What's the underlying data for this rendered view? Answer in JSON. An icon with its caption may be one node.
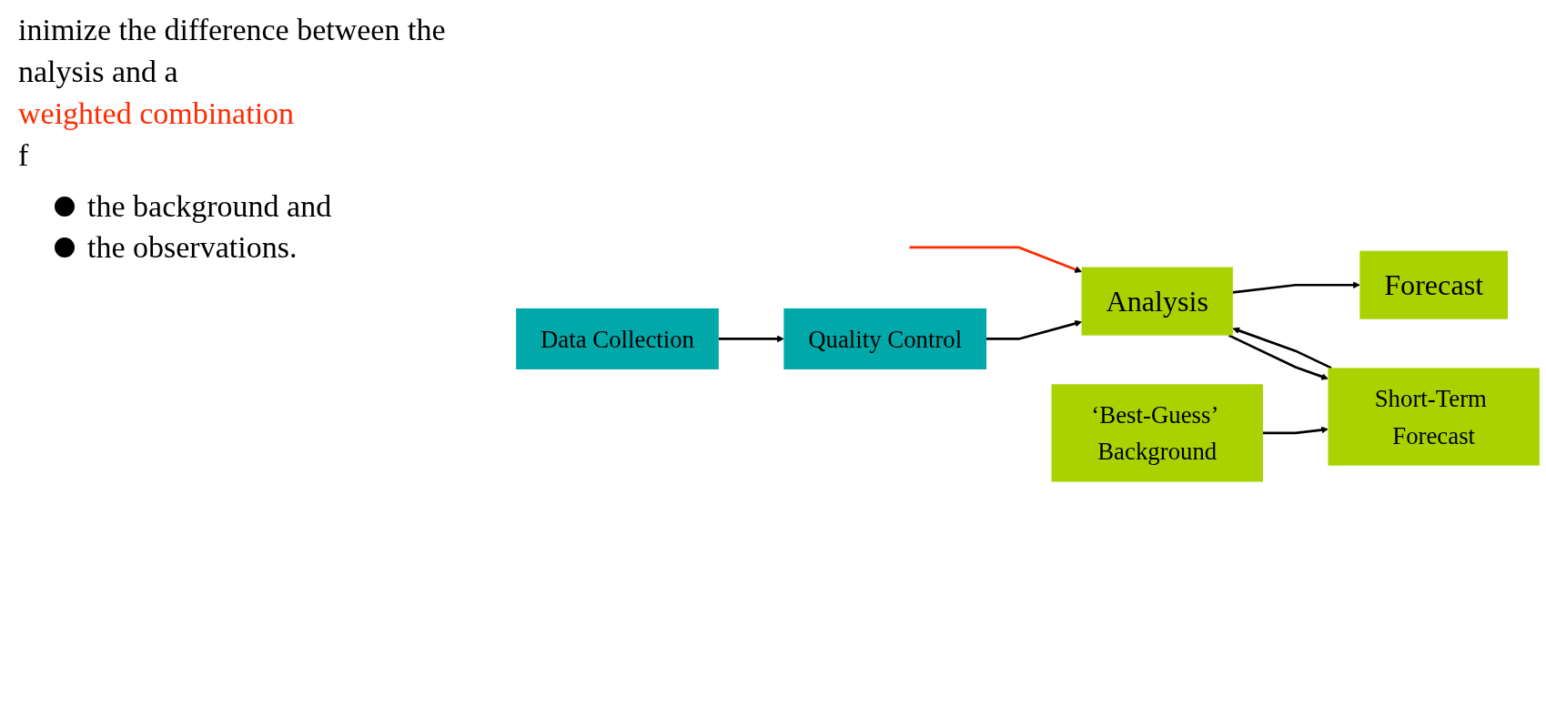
{
  "diagram": {
    "nodes": [
      {
        "text": [
          "Data Collection"
        ]
      },
      {
        "text": [
          "Quality Control"
        ]
      },
      {
        "text": [
          "‘Best-Guess’ Background"
        ]
      },
      {
        "text": [
          "Short-Term Forecast"
        ]
      },
      {
        "text": [
          "Analysis"
        ]
      },
      {
        "text": [
          "Forecast"
        ]
      }
    ],
    "edges": [
      {
        "from": 0,
        "to": 1,
        "arrow": "to"
      },
      {
        "from": 1,
        "to": 4,
        "arrow": "to"
      },
      {
        "from": 2,
        "to": 3,
        "arrow": "to"
      },
      {
        "from": 3,
        "to": 4,
        "arrow": "to"
      },
      {
        "from": 4,
        "to": 5,
        "arrow": "to"
      },
      {
        "from": 4,
        "to": 3,
        "arrow": "to"
      },
      {
        "from": null,
        "to": 4,
        "arrow": "to",
        "color": "#ff2a00"
      }
    ],
    "labels": [
      "inimize the difference between the",
      "nalysis and a",
      "weighted combination",
      "f",
      "the background and",
      "the observations."
    ]
  }
}
